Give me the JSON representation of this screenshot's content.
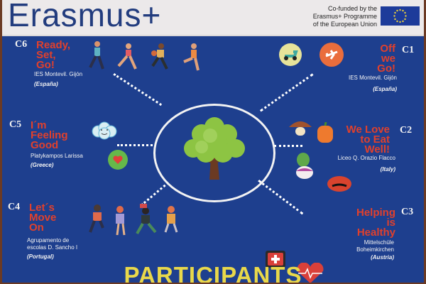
{
  "header": {
    "logo": "Erasmus+",
    "cofunded_lines": [
      "Co-funded by the",
      "Erasmus+ Programme",
      "of the European Union"
    ],
    "flag_icon": "eu-flag-icon"
  },
  "center": {
    "icon": "tree-icon"
  },
  "projects": [
    {
      "code": "C1",
      "title_lines": [
        "Off",
        "we",
        "Go!"
      ],
      "school": "IES Montevil. Gijón",
      "country": "(España)",
      "icons": [
        "scooter-icon",
        "airplane-icon"
      ]
    },
    {
      "code": "C2",
      "title_lines": [
        "We Love",
        "to Eat",
        "Well!"
      ],
      "school": "Liceo Q. Orazio Flacco",
      "country": "(Italy)",
      "icons": [
        "mushroom-icon",
        "pepper-icon",
        "turnip-icon",
        "tomato-icon"
      ]
    },
    {
      "code": "C3",
      "title_lines": [
        "Helping",
        "is",
        "Healthy"
      ],
      "school_lines": [
        "Mittelschüle",
        "Boheimkirchen"
      ],
      "country": "(Austria)",
      "icons": [
        "first-aid-icon",
        "heartbeat-icon"
      ]
    },
    {
      "code": "C4",
      "title_lines": [
        "Let´s",
        "Move",
        "On"
      ],
      "school_lines": [
        "Agrupamento de",
        "escolas D. Sancho I"
      ],
      "country": "(Portugal)",
      "icons": [
        "jumping-kids-icon"
      ]
    },
    {
      "code": "C5",
      "title_lines": [
        "I´m",
        "Feeling",
        "Good"
      ],
      "school": "Platykampos Larissa",
      "country": "(Greece)",
      "icons": [
        "smiling-cloud-icon",
        "heart-icon"
      ]
    },
    {
      "code": "C6",
      "title_lines": [
        "Ready,",
        "Set,",
        "Go!"
      ],
      "school": "IES Montevil. Gijón",
      "country": "(España)",
      "icons": [
        "runners-icon"
      ]
    }
  ],
  "footer": {
    "title": "PARTICIPANTS"
  },
  "colors": {
    "background": "#1e3f8e",
    "title_red": "#e1402c",
    "footer_yellow": "#e9d84a",
    "header_bg": "#ece9ea",
    "logo_blue": "#223c7e"
  }
}
